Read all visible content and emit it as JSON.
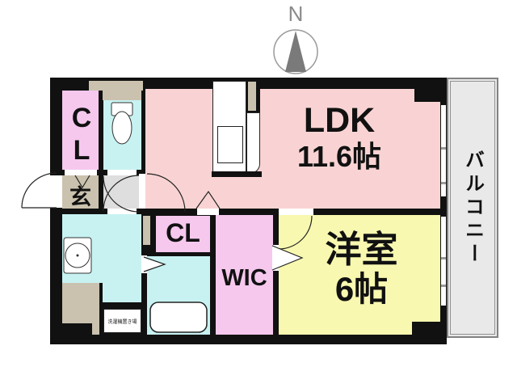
{
  "compass": {
    "north_label": "N"
  },
  "rooms": {
    "ldk": {
      "name": "LDK",
      "size": "11.6帖"
    },
    "western": {
      "name": "洋室",
      "size": "6帖"
    },
    "balcony": {
      "name": "バルコニー"
    },
    "closet_upper": {
      "name": "CL"
    },
    "closet_middle": {
      "name": "CL"
    },
    "walk_in_closet": {
      "name": "WIC"
    },
    "entrance": {
      "name": "玄"
    },
    "laundry": {
      "name": "洗濯機置き場"
    }
  },
  "colors": {
    "wall": "#111111",
    "ldk": "#f9d3d3",
    "closet": "#f6c8ee",
    "wet_area": "#c8f2f2",
    "western_room": "#f8f8b0",
    "entrance": "#cac2ae",
    "hallway": "#dedede",
    "balcony": "#e9e9e9",
    "compass_gray": "#8a8a8a"
  }
}
